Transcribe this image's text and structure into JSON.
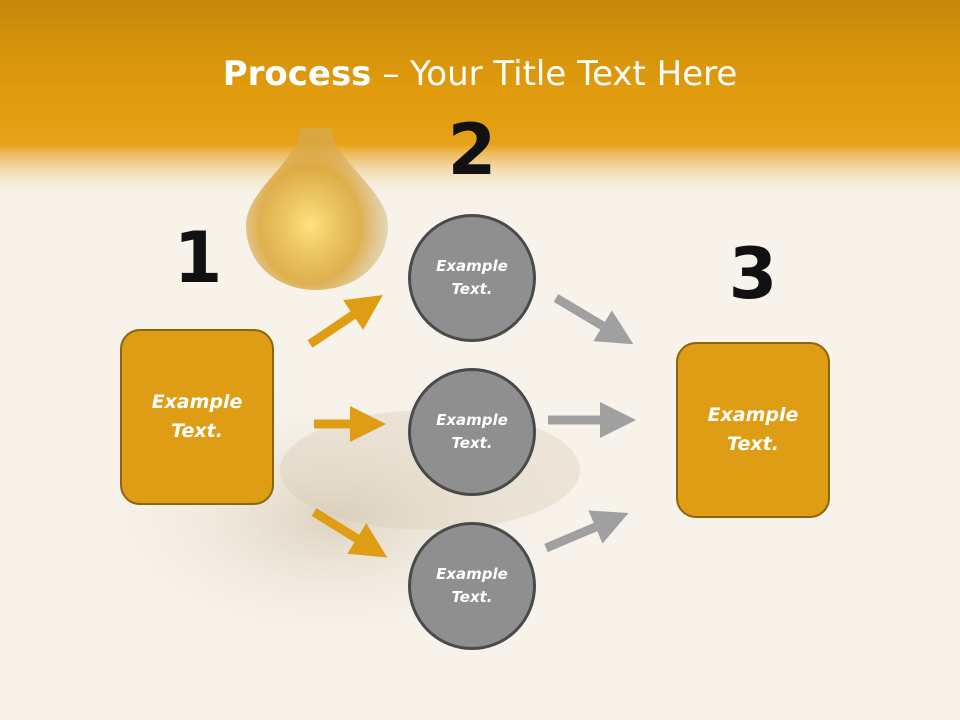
{
  "title": {
    "bold": "Process",
    "rest": " – Your Title Text Here"
  },
  "steps": [
    {
      "number": "1",
      "text": "Example\nText."
    },
    {
      "number": "2",
      "items": [
        "Example\nText.",
        "Example\nText.",
        "Example\nText."
      ]
    },
    {
      "number": "3",
      "text": "Example\nText."
    }
  ],
  "colors": {
    "header": "#e49f0f",
    "accent": "#de9d14",
    "circle": "#8f8f8f",
    "arrow_left": "#de9d14",
    "arrow_right": "#a0a0a0"
  }
}
